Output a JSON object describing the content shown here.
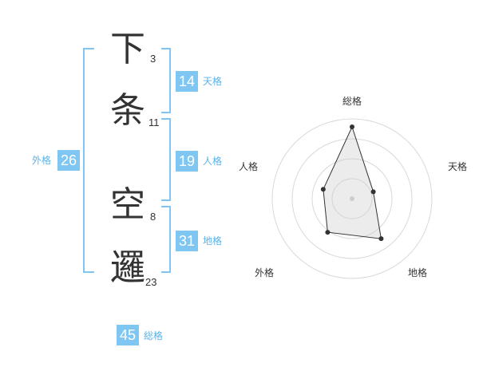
{
  "name": {
    "characters": [
      {
        "char": "下",
        "strokes": "3"
      },
      {
        "char": "条",
        "strokes": "11"
      },
      {
        "char": "空",
        "strokes": "8"
      },
      {
        "char": "邏",
        "strokes": "23"
      }
    ]
  },
  "kakusu": {
    "tenkaku": {
      "value": "14",
      "label": "天格"
    },
    "jinkaku": {
      "value": "19",
      "label": "人格"
    },
    "chikaku": {
      "value": "31",
      "label": "地格"
    },
    "gaikaku": {
      "value": "26",
      "label": "外格"
    },
    "soukaku": {
      "value": "45",
      "label": "総格"
    }
  },
  "chart_data": {
    "type": "radar",
    "axes": [
      "総格",
      "天格",
      "地格",
      "外格",
      "人格"
    ],
    "values": [
      45,
      14,
      31,
      26,
      19
    ]
  }
}
